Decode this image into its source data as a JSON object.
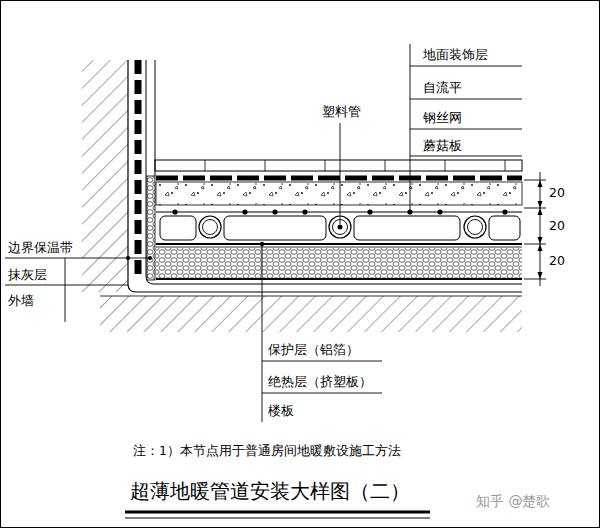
{
  "diagram": {
    "title": "超薄地暖管道安装大样图（二）",
    "labels": [
      "地面装饰层",
      "自流平",
      "钢丝网",
      "蘑菇板",
      "塑料管",
      "20",
      "20",
      "20",
      "边界保温带",
      "抹灰层",
      "外墙",
      "保护层（铝箔）",
      "绝热层（挤塑板）",
      "楼板",
      "注：1）本节点用于普通房间地暖敷设施工方法",
      "知乎 @楚歌"
    ]
  }
}
